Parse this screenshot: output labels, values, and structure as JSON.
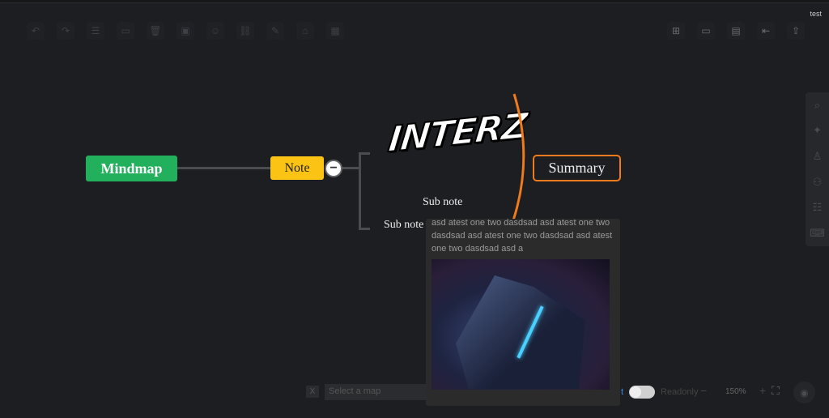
{
  "header": {
    "user": "test"
  },
  "toolbar_left": [
    {
      "icon": "undo-icon",
      "glyph": "↶"
    },
    {
      "icon": "redo-icon",
      "glyph": "↷"
    },
    {
      "icon": "style-settings-icon",
      "glyph": "☰"
    },
    {
      "icon": "folder-icon",
      "glyph": "▭"
    },
    {
      "icon": "trash-icon",
      "glyph": "🗑"
    },
    {
      "icon": "image-icon",
      "glyph": "▣"
    },
    {
      "icon": "emoji-icon",
      "glyph": "☺"
    },
    {
      "icon": "link-icon",
      "glyph": "⛓"
    },
    {
      "icon": "note-icon",
      "glyph": "✎"
    },
    {
      "icon": "tag-icon",
      "glyph": "⌂"
    },
    {
      "icon": "template-icon",
      "glyph": "▦"
    }
  ],
  "toolbar_right": [
    {
      "icon": "new-file-icon",
      "glyph": "⊞"
    },
    {
      "icon": "open-folder-icon",
      "glyph": "▭"
    },
    {
      "icon": "save-as-icon",
      "glyph": "▤"
    },
    {
      "icon": "import-icon",
      "glyph": "⇤"
    },
    {
      "icon": "export-icon",
      "glyph": "⇪"
    }
  ],
  "sidebar": [
    {
      "icon": "search-icon",
      "glyph": "⌕"
    },
    {
      "icon": "magic-wand-icon",
      "glyph": "✦"
    },
    {
      "icon": "theme-shirt-icon",
      "glyph": "♙"
    },
    {
      "icon": "structure-icon",
      "glyph": "⚇"
    },
    {
      "icon": "outline-icon",
      "glyph": "☷"
    },
    {
      "icon": "keyboard-icon",
      "glyph": "⌨"
    }
  ],
  "mindmap": {
    "root": "Mindmap",
    "note": "Note",
    "collapse": "−",
    "logo": "INTERZ",
    "sub_note_1": "Sub note",
    "sub_note_2": "Sub note",
    "summary": "Summary",
    "summary_color": "#f07b1c",
    "root_color": "#22b05c",
    "note_color": "#fbc313"
  },
  "popup": {
    "text": "asd atest one two dasdsad asd atest one two dasdsad asd atest one two dasdsad asd atest one two dasdsad asd a"
  },
  "bottom": {
    "close": "X",
    "select_placeholder": "Select a map",
    "partial": "t",
    "readonly": "Readonly",
    "zoom_out": "−",
    "zoom": "150%",
    "zoom_in": "+",
    "fit": "⛶",
    "locate": "◉",
    "readonly_enabled": false
  }
}
